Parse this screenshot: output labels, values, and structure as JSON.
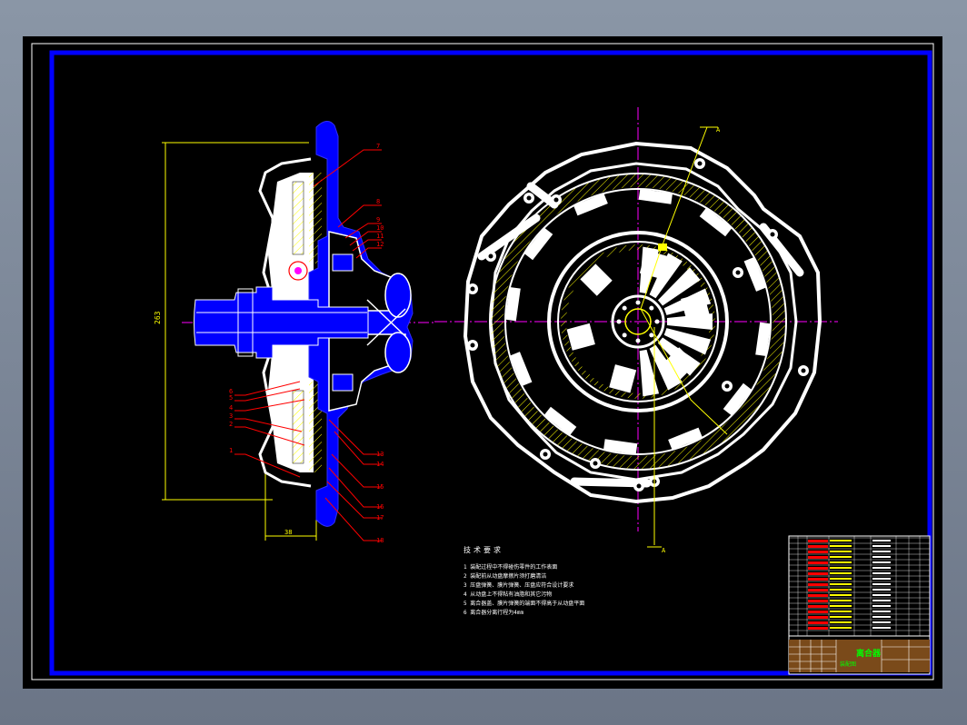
{
  "drawing": {
    "dim_height": "263",
    "dim_width": "38",
    "section_label": "A"
  },
  "part_callouts": [
    {
      "id": "p1",
      "num": "1"
    },
    {
      "id": "p2",
      "num": "2"
    },
    {
      "id": "p3",
      "num": "3"
    },
    {
      "id": "p4",
      "num": "4"
    },
    {
      "id": "p5",
      "num": "5"
    },
    {
      "id": "p6",
      "num": "6"
    },
    {
      "id": "p7",
      "num": "7"
    },
    {
      "id": "p8",
      "num": "8"
    },
    {
      "id": "p9",
      "num": "9"
    },
    {
      "id": "p10",
      "num": "10"
    },
    {
      "id": "p11",
      "num": "11"
    },
    {
      "id": "p12",
      "num": "12"
    },
    {
      "id": "p13",
      "num": "13"
    },
    {
      "id": "p14",
      "num": "14"
    },
    {
      "id": "p15",
      "num": "15"
    },
    {
      "id": "p16",
      "num": "16"
    },
    {
      "id": "p17",
      "num": "17"
    },
    {
      "id": "p18",
      "num": "18"
    }
  ],
  "technical_requirements": {
    "title": "技术要求",
    "items": [
      "1  装配过程中不得碰伤零件的工作表面",
      "2  装配前从动盘摩擦片须打磨清洁",
      "3  压盘弹簧、膜片弹簧、压盘应符合设计要求",
      "4  从动盘上不得粘有油脂和其它污物",
      "5  离合器盖、膜片弹簧的端面不得高于从动盘平面",
      "6  离合器分离行程为4mm"
    ]
  },
  "title_block": {
    "drawing_name": "离合器",
    "subtitle": "装配图"
  },
  "colors": {
    "frame": "#0000ff",
    "outline": "#ffffff",
    "section": "#0000ff",
    "hatch": "#ffff00",
    "callout": "#ff0000",
    "centerline": "#ff00ff",
    "title_text": "#00ff00"
  }
}
